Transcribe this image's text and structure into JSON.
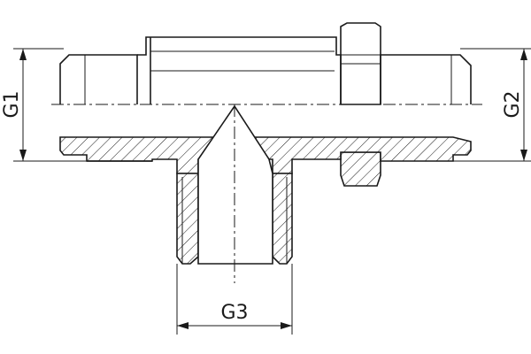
{
  "drawing": {
    "dimensions": {
      "g1": "G1",
      "g2": "G2",
      "g3": "G3"
    }
  }
}
